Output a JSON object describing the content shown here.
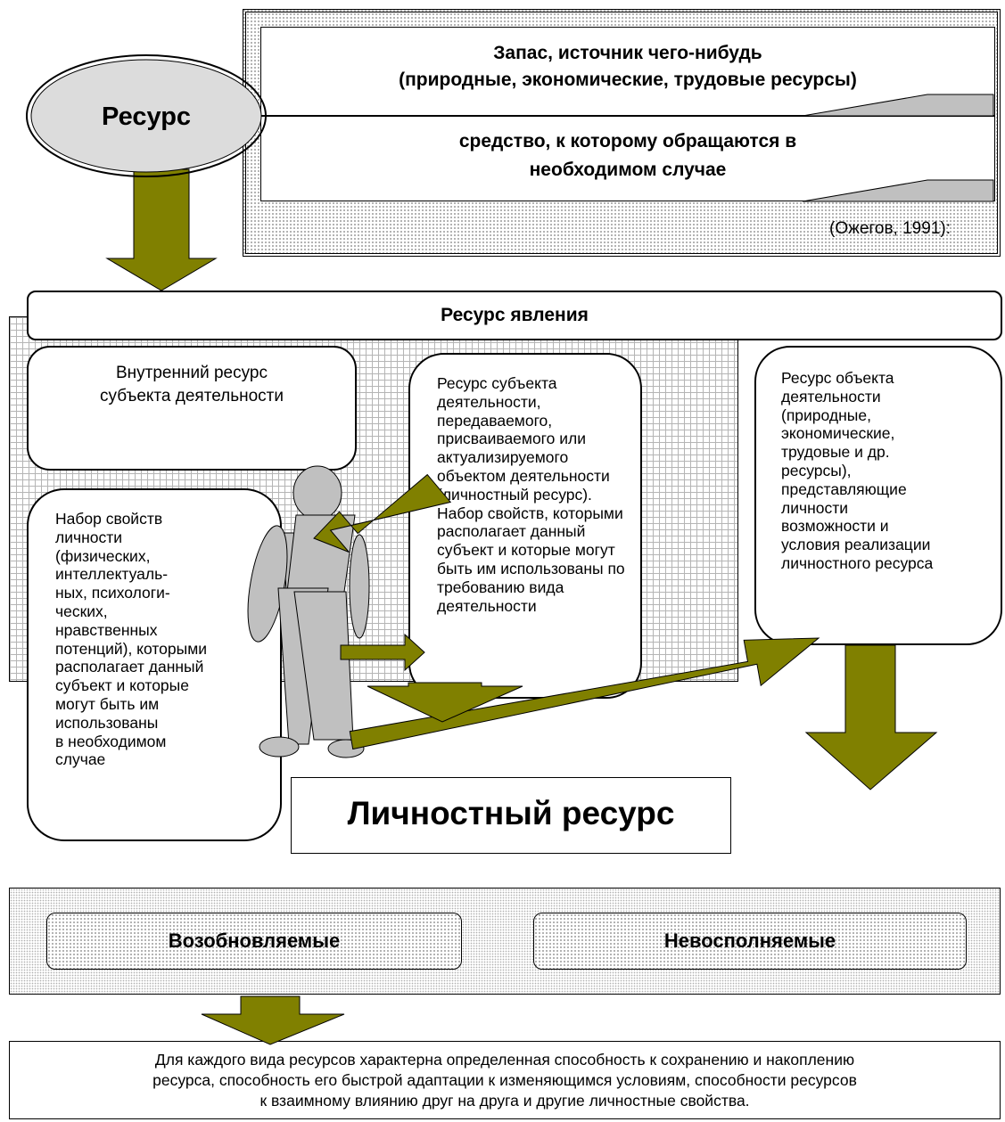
{
  "ozhegov": {
    "definition1_line1": "Запас, источник чего-нибудь",
    "definition1_line2": "(природные, экономические, трудовые ресурсы)",
    "definition2_line1": "средство, к которому обращаются в",
    "definition2_line2": "необходимом случае",
    "citation": "(Ожегов, 1991):"
  },
  "resource_ellipse": {
    "label": "Ресурс"
  },
  "phenomenon_bar": {
    "label": "Ресурс явления"
  },
  "inner_resource": {
    "line1": "Внутренний ресурс",
    "line2": "субъекта деятельности"
  },
  "personal_props": {
    "lines": [
      "Набор свойств",
      "личности",
      "(физических,",
      "интеллектуаль-",
      "ных, психологи-",
      "ческих,",
      "нравственных",
      "потенций), которыми",
      "располагает данный",
      "субъект и которые",
      "могут быть им",
      "использованы",
      "в необходимом",
      "случае"
    ]
  },
  "subject_resource": {
    "lines": [
      "Ресурс субъекта",
      "деятельности,",
      "передаваемого,",
      "присваиваемого или",
      "актуализируемого",
      "объектом деятельности",
      "(личностный ресурс).",
      "Набор свойств, которыми",
      "располагает данный",
      "субъект и которые могут",
      "быть им использованы по",
      "требованию вида",
      "деятельности"
    ]
  },
  "object_resource": {
    "lines": [
      "Ресурс объекта",
      "деятельности",
      "(природные,",
      "экономические,",
      "трудовые и др.",
      "ресурсы),",
      "представляющие",
      "личности",
      "возможности и",
      "условия реализации",
      "личностного ресурса"
    ]
  },
  "personal_resource": {
    "label": "Личностный ресурс"
  },
  "types": {
    "renewable": "Возобновляемые",
    "nonrenewable": "Невосполняемые"
  },
  "conclusion": {
    "line1": "Для каждого вида ресурсов характерна определенная способность к сохранению и накоплению",
    "line2": "ресурса, способность его быстрой адаптации к изменяющимся условиям, способности ресурсов",
    "line3": "к взаимному влиянию друг на друга и другие личностные свойства."
  },
  "colors": {
    "arrow_fill": "#808000",
    "figure_fill": "#c0c0c0",
    "callout_fill": "#c0c0c0",
    "ellipse_fill": "#dcdcdc"
  }
}
